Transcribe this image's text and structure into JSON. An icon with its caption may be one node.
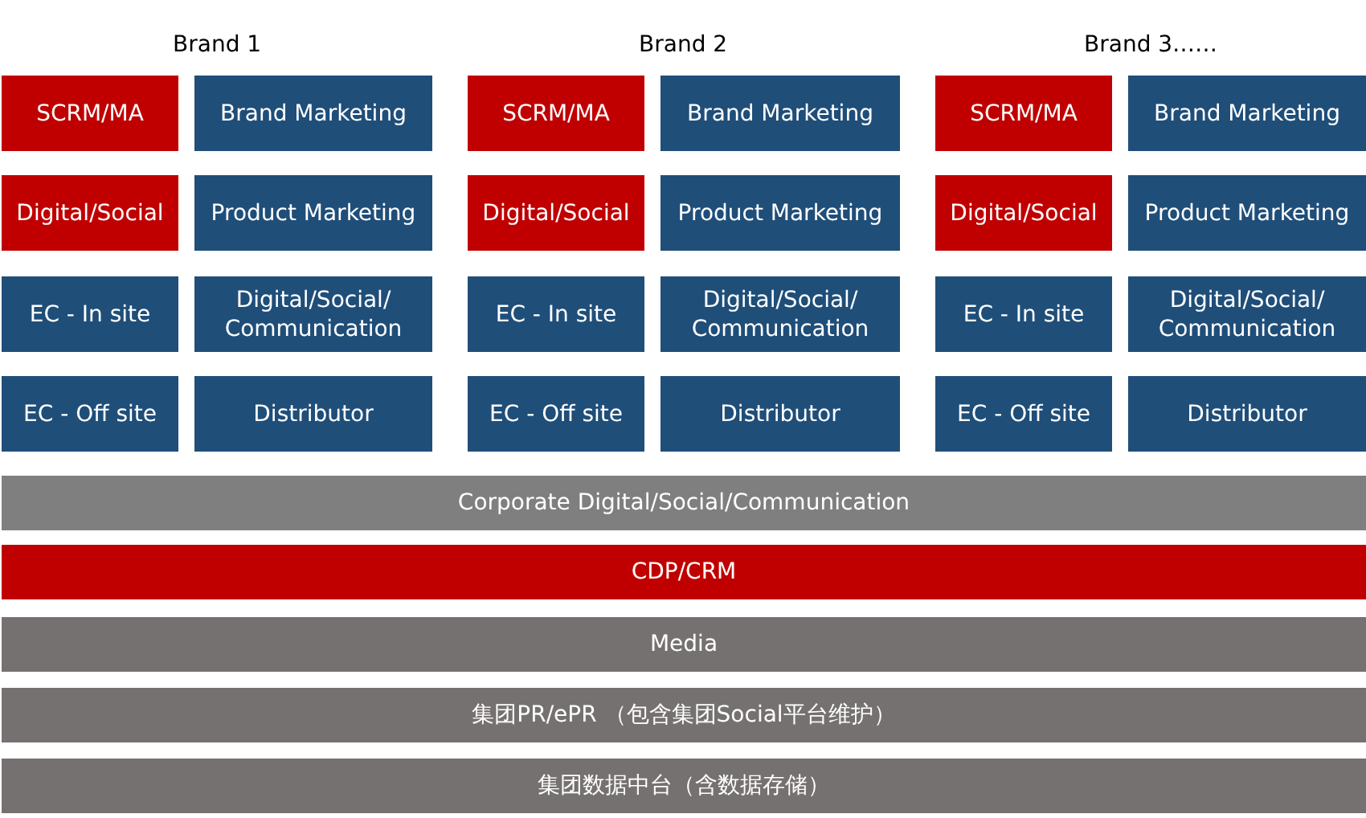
{
  "diagram": {
    "nodes": [
      {
        "text": [
          "SCRM/MA"
        ]
      },
      {
        "text": [
          "Brand Marketing"
        ]
      },
      {
        "text": [
          "SCRM/MA"
        ]
      },
      {
        "text": [
          "Brand Marketing"
        ]
      },
      {
        "text": [
          "SCRM/MA"
        ]
      },
      {
        "text": [
          "Brand Marketing"
        ]
      },
      {
        "text": [
          "Digital/Social"
        ]
      },
      {
        "text": [
          "Product Marketing"
        ]
      },
      {
        "text": [
          "Digital/Social"
        ]
      },
      {
        "text": [
          "Product Marketing"
        ]
      },
      {
        "text": [
          "Digital/Social"
        ]
      },
      {
        "text": [
          "Product Marketing"
        ]
      },
      {
        "text": [
          "EC - In site"
        ]
      },
      {
        "text": [
          "Digital/Social/ Communication"
        ]
      },
      {
        "text": [
          "EC - In site"
        ]
      },
      {
        "text": [
          "Digital/Social/ Communication"
        ]
      },
      {
        "text": [
          "EC - In site"
        ]
      },
      {
        "text": [
          "Digital/Social/ Communication"
        ]
      },
      {
        "text": [
          "EC - Off site"
        ]
      },
      {
        "text": [
          "Distributor"
        ]
      },
      {
        "text": [
          "EC - Off site"
        ]
      },
      {
        "text": [
          "Distributor"
        ]
      },
      {
        "text": [
          "EC - Off site"
        ]
      },
      {
        "text": [
          "Distributor"
        ]
      },
      {
        "text": [
          "Corporate Digital/Social/Communication"
        ]
      },
      {
        "text": [
          "CDP/CRM"
        ]
      },
      {
        "text": [
          "Media"
        ]
      },
      {
        "text": [
          "集团PR/ePR （包含集团Social平台维护）"
        ]
      },
      {
        "text": [
          "集团数据中台（含数据存储）"
        ]
      }
    ],
    "labels": [
      "Brand 1",
      "Brand 2",
      "Brand 3……"
    ]
  }
}
